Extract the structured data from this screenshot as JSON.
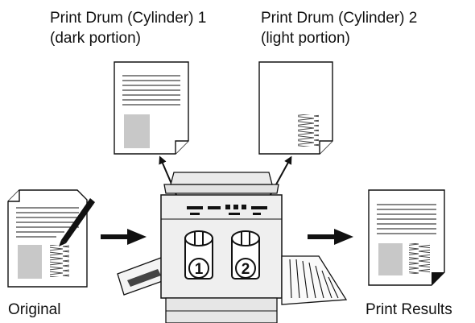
{
  "labels": {
    "drum1_line1": "Print Drum (Cylinder) 1",
    "drum1_line2": "(dark portion)",
    "drum2_line1": "Print Drum (Cylinder) 2",
    "drum2_line2": "(light portion)",
    "original": "Original",
    "print_results": "Print Results"
  },
  "markers": {
    "drum1": "1",
    "drum2": "2"
  },
  "colors": {
    "ink": "#111111",
    "halftone": "#c8c8c8",
    "machine_body": "#efefef"
  },
  "icons": {
    "original": "document-with-pen-icon",
    "print_results": "printed-document-icon",
    "drum_master_1": "document-icon",
    "drum_master_2": "document-icon",
    "machine": "duplicator-machine-icon"
  }
}
